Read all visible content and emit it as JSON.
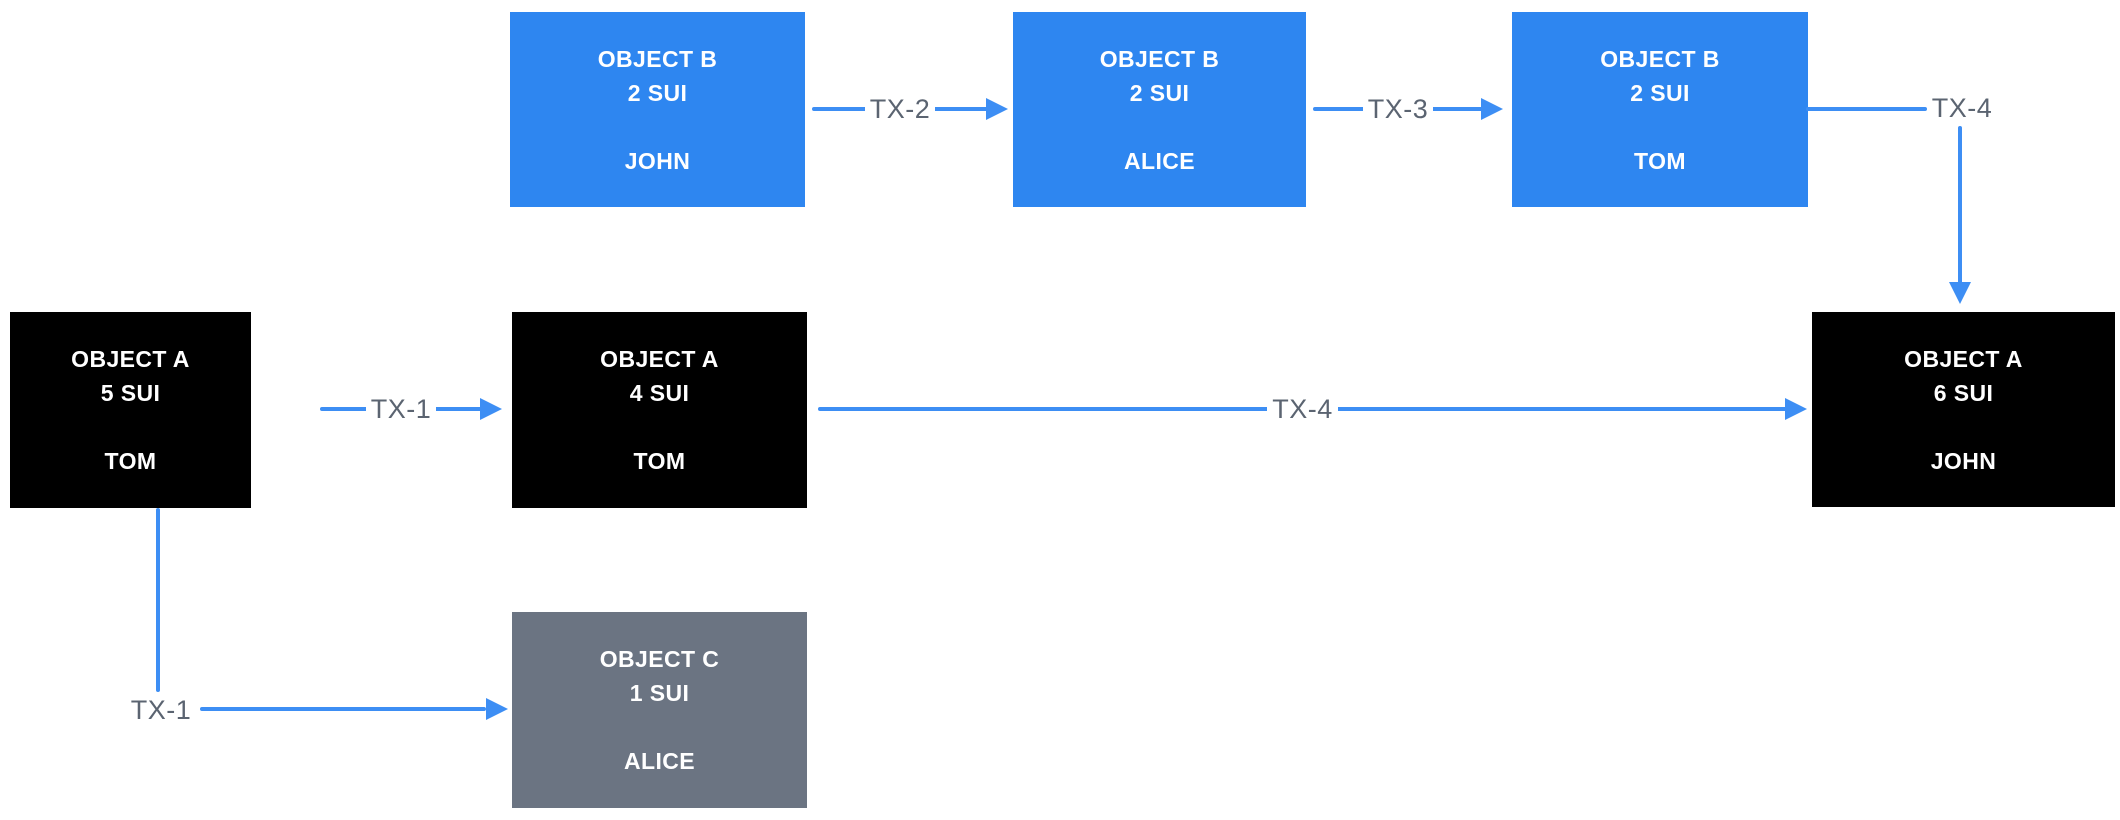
{
  "nodes": {
    "b1": {
      "title": "OBJECT B",
      "amount": "2 SUI",
      "owner": "JOHN"
    },
    "b2": {
      "title": "OBJECT B",
      "amount": "2 SUI",
      "owner": "ALICE"
    },
    "b3": {
      "title": "OBJECT B",
      "amount": "2 SUI",
      "owner": "TOM"
    },
    "a1": {
      "title": "OBJECT A",
      "amount": "5 SUI",
      "owner": "TOM"
    },
    "a2": {
      "title": "OBJECT A",
      "amount": "4 SUI",
      "owner": "TOM"
    },
    "a3": {
      "title": "OBJECT A",
      "amount": "6 SUI",
      "owner": "JOHN"
    },
    "c1": {
      "title": "OBJECT C",
      "amount": "1 SUI",
      "owner": "ALICE"
    }
  },
  "edges": {
    "tx1_main": {
      "label": "TX-1"
    },
    "tx1_branch": {
      "label": "TX-1"
    },
    "tx2": {
      "label": "TX-2"
    },
    "tx3": {
      "label": "TX-3"
    },
    "tx4_long": {
      "label": "TX-4"
    },
    "tx4_elbow": {
      "label": "TX-4"
    }
  },
  "colors": {
    "object_blue": "#2E86F0",
    "object_black": "#000000",
    "object_gray": "#6B7482",
    "arrow_blue": "#3D8EF4",
    "label_gray": "#5B6471",
    "background": "#FFFFFF"
  }
}
